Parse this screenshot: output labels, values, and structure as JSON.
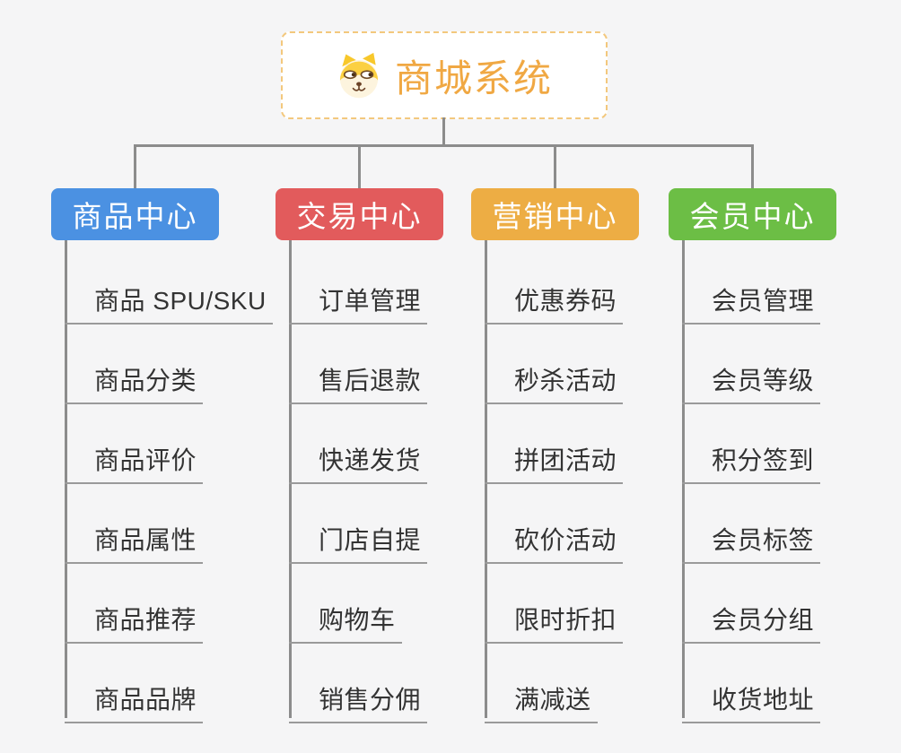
{
  "root": {
    "title": "商城系统",
    "icon": "doge-icon",
    "title_color": "#F0A843",
    "border_color": "#F3C87D"
  },
  "connector_color": "#8C8C8C",
  "underline_color": "#9A9A9A",
  "branches": [
    {
      "label": "商品中心",
      "color": "#4B91E2",
      "children": [
        "商品 SPU/SKU",
        "商品分类",
        "商品评价",
        "商品属性",
        "商品推荐",
        "商品品牌"
      ]
    },
    {
      "label": "交易中心",
      "color": "#E25B5C",
      "children": [
        "订单管理",
        "售后退款",
        "快递发货",
        "门店自提",
        "购物车",
        "销售分佣"
      ]
    },
    {
      "label": "营销中心",
      "color": "#EDAD44",
      "children": [
        "优惠券码",
        "秒杀活动",
        "拼团活动",
        "砍价活动",
        "限时折扣",
        "满减送"
      ]
    },
    {
      "label": "会员中心",
      "color": "#6CBE45",
      "children": [
        "会员管理",
        "会员等级",
        "积分签到",
        "会员标签",
        "会员分组",
        "收货地址"
      ]
    }
  ]
}
